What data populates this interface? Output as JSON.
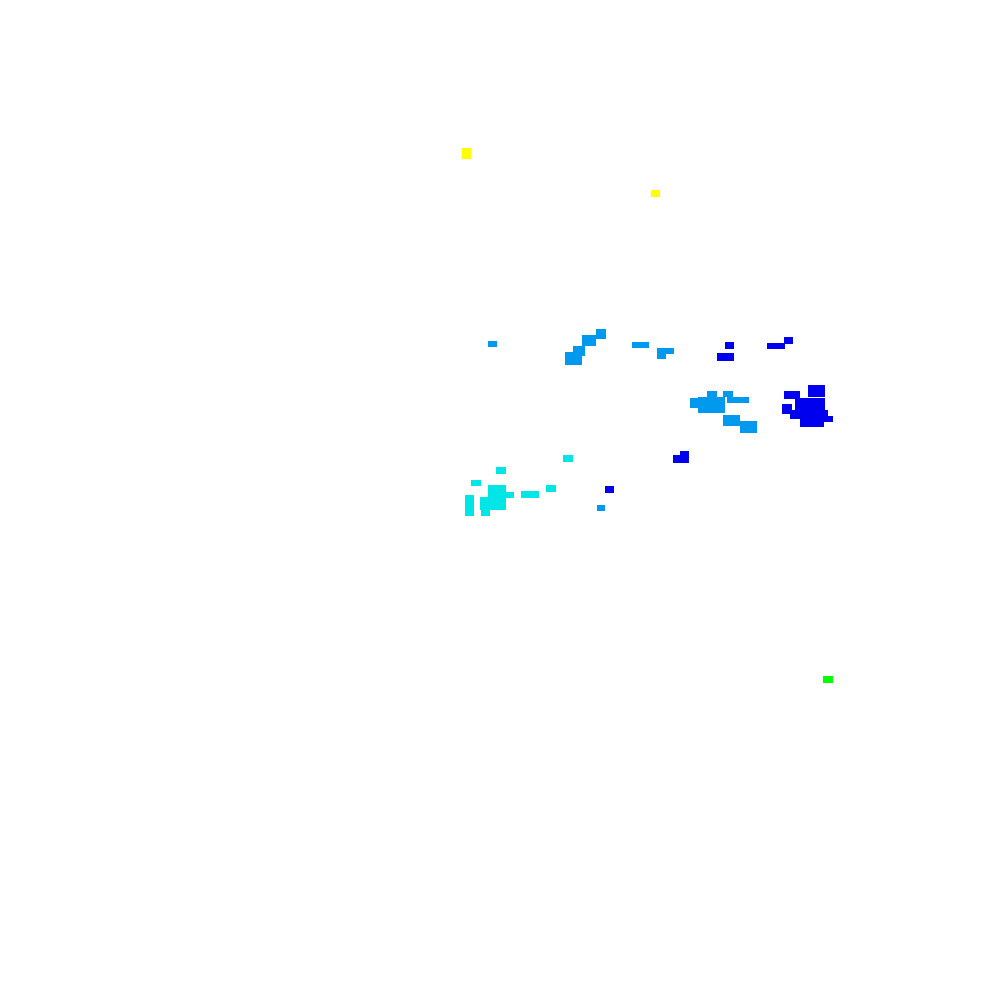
{
  "palette": {
    "background": "#ffffff",
    "yellow": "#ffff00",
    "green": "#00ff00",
    "cyan": "#00e6e6",
    "light_blue": "#0099ee",
    "blue": "#0000ee"
  },
  "regions": [
    {
      "name": "yellow-speck-cluster",
      "color_key": "yellow"
    },
    {
      "name": "light-blue-cluster",
      "color_key": "light_blue"
    },
    {
      "name": "blue-cluster",
      "color_key": "blue"
    },
    {
      "name": "cyan-cluster",
      "color_key": "cyan"
    },
    {
      "name": "green-speck",
      "color_key": "green"
    }
  ]
}
